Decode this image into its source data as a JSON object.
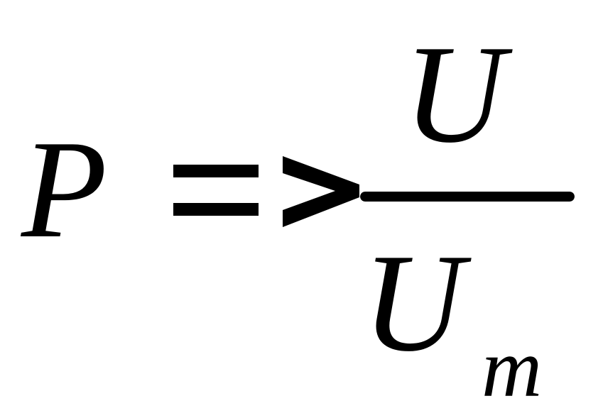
{
  "equation": {
    "lhs": "P",
    "relation": "=>",
    "numerator": "U",
    "denominator": {
      "base": "U",
      "subscript": "m"
    }
  },
  "colors": {
    "ink": "#000000",
    "background": "#ffffff"
  }
}
